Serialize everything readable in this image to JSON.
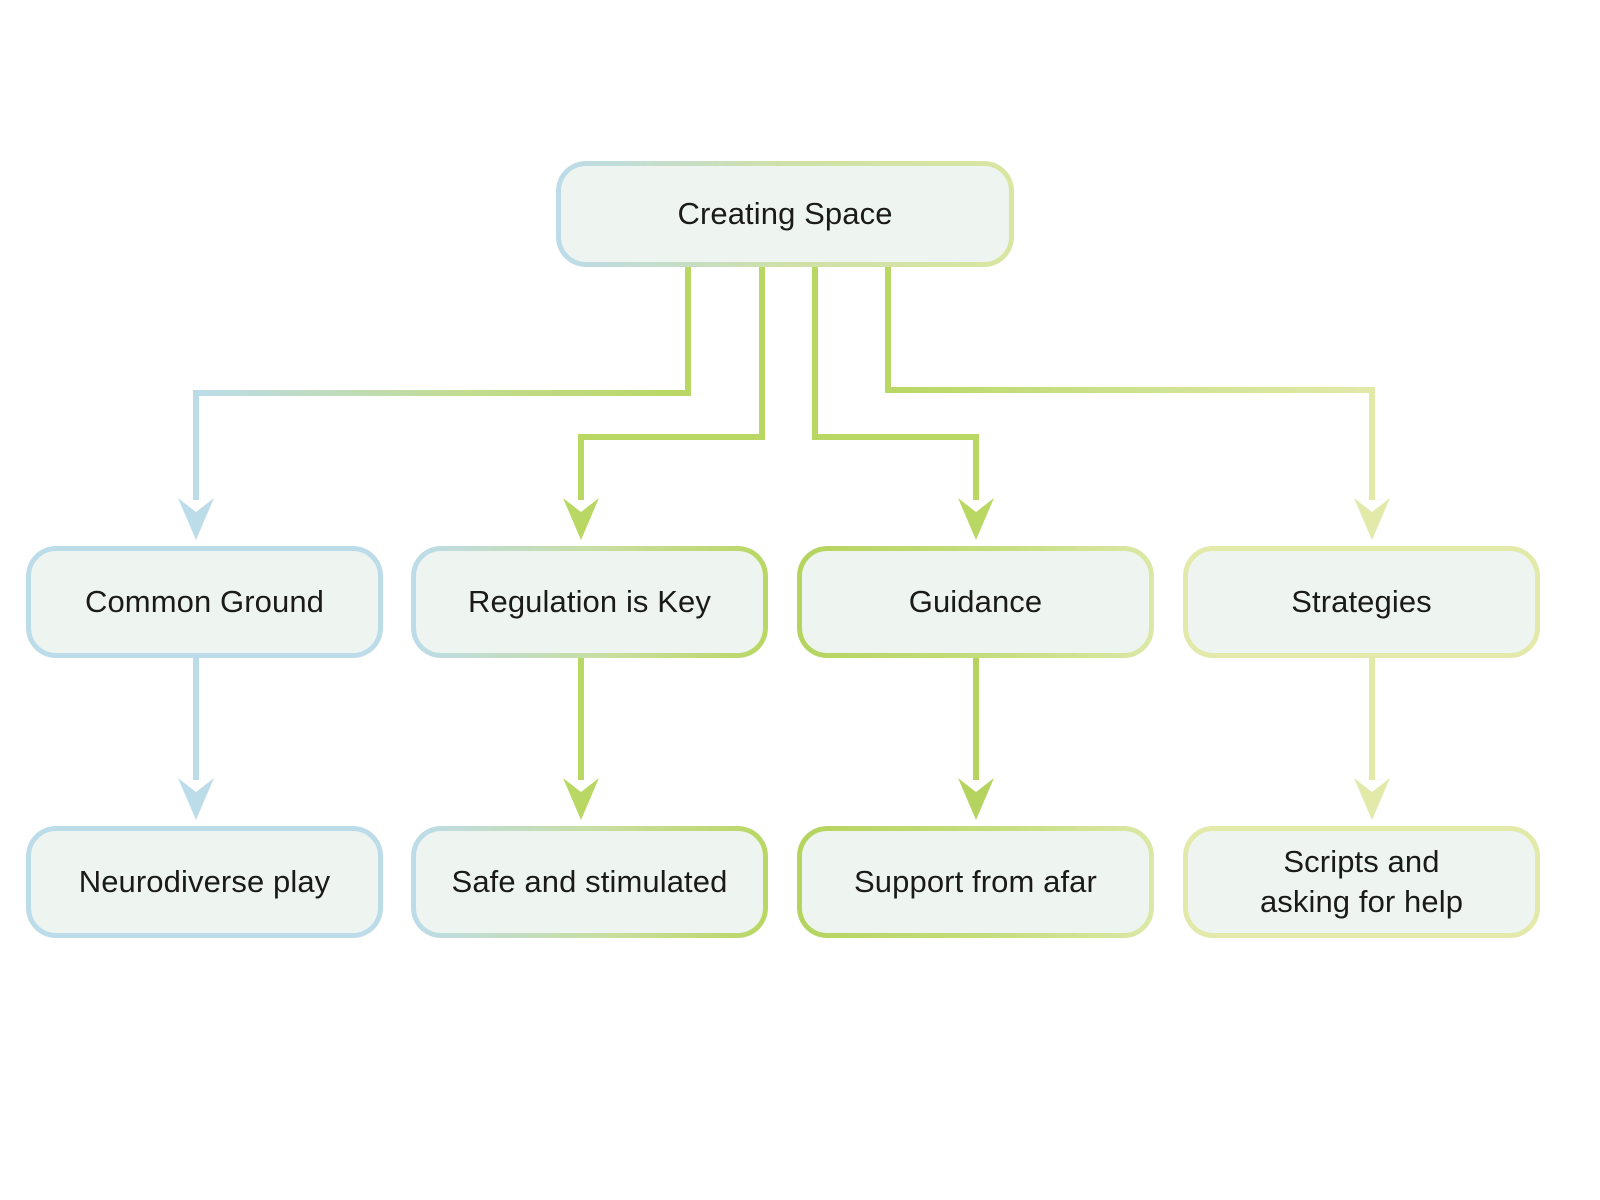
{
  "diagram": {
    "title": "Creating Space",
    "background_color": "#ffffff",
    "node_fill": "#eef5f1",
    "text_color": "#1a1a1a",
    "palette": {
      "blue": "#bcdcea",
      "green": "#b9d763",
      "pale_green": "#d3e39a",
      "pale_yellow_green": "#e2e9a9"
    },
    "root": {
      "label": "Creating Space",
      "border_from": "#bcdcea",
      "border_to": "#d9e6a2"
    },
    "level1": [
      {
        "label": "Common Ground",
        "border_from": "#bcdcea",
        "border_to": "#bcdcea"
      },
      {
        "label": "Regulation is Key",
        "border_from": "#bcdcea",
        "border_to": "#b9d763"
      },
      {
        "label": "Guidance",
        "border_from": "#b4d45f",
        "border_to": "#dbe8a6"
      },
      {
        "label": "Strategies",
        "border_from": "#e2e9a9",
        "border_to": "#e2e9a9"
      }
    ],
    "level2": [
      {
        "label": "Neurodiverse play",
        "border_from": "#bcdcea",
        "border_to": "#bcdcea"
      },
      {
        "label": "Safe and stimulated",
        "border_from": "#bcdcea",
        "border_to": "#b9d763"
      },
      {
        "label": "Support from afar",
        "border_from": "#b4d45f",
        "border_to": "#dbe8a6"
      },
      {
        "label": "Scripts and\nasking for help",
        "border_from": "#e2e9a9",
        "border_to": "#e2e9a9"
      }
    ],
    "edges": [
      {
        "from": "Creating Space",
        "to": "Common Ground",
        "color_start": "#b9d763",
        "color_end": "#bcdcea"
      },
      {
        "from": "Creating Space",
        "to": "Regulation is Key",
        "color_start": "#b9d763",
        "color_end": "#b9d763"
      },
      {
        "from": "Creating Space",
        "to": "Guidance",
        "color_start": "#b9d763",
        "color_end": "#b9d763"
      },
      {
        "from": "Creating Space",
        "to": "Strategies",
        "color_start": "#b9d763",
        "color_end": "#e2e9a9"
      },
      {
        "from": "Common Ground",
        "to": "Neurodiverse play",
        "color_start": "#bcdcea",
        "color_end": "#bcdcea"
      },
      {
        "from": "Regulation is Key",
        "to": "Safe and stimulated",
        "color_start": "#b9d763",
        "color_end": "#b9d763"
      },
      {
        "from": "Guidance",
        "to": "Support from afar",
        "color_start": "#b4d45f",
        "color_end": "#b4d45f"
      },
      {
        "from": "Strategies",
        "to": "Scripts and asking for help",
        "color_start": "#e2e9a9",
        "color_end": "#e2e9a9"
      }
    ]
  }
}
